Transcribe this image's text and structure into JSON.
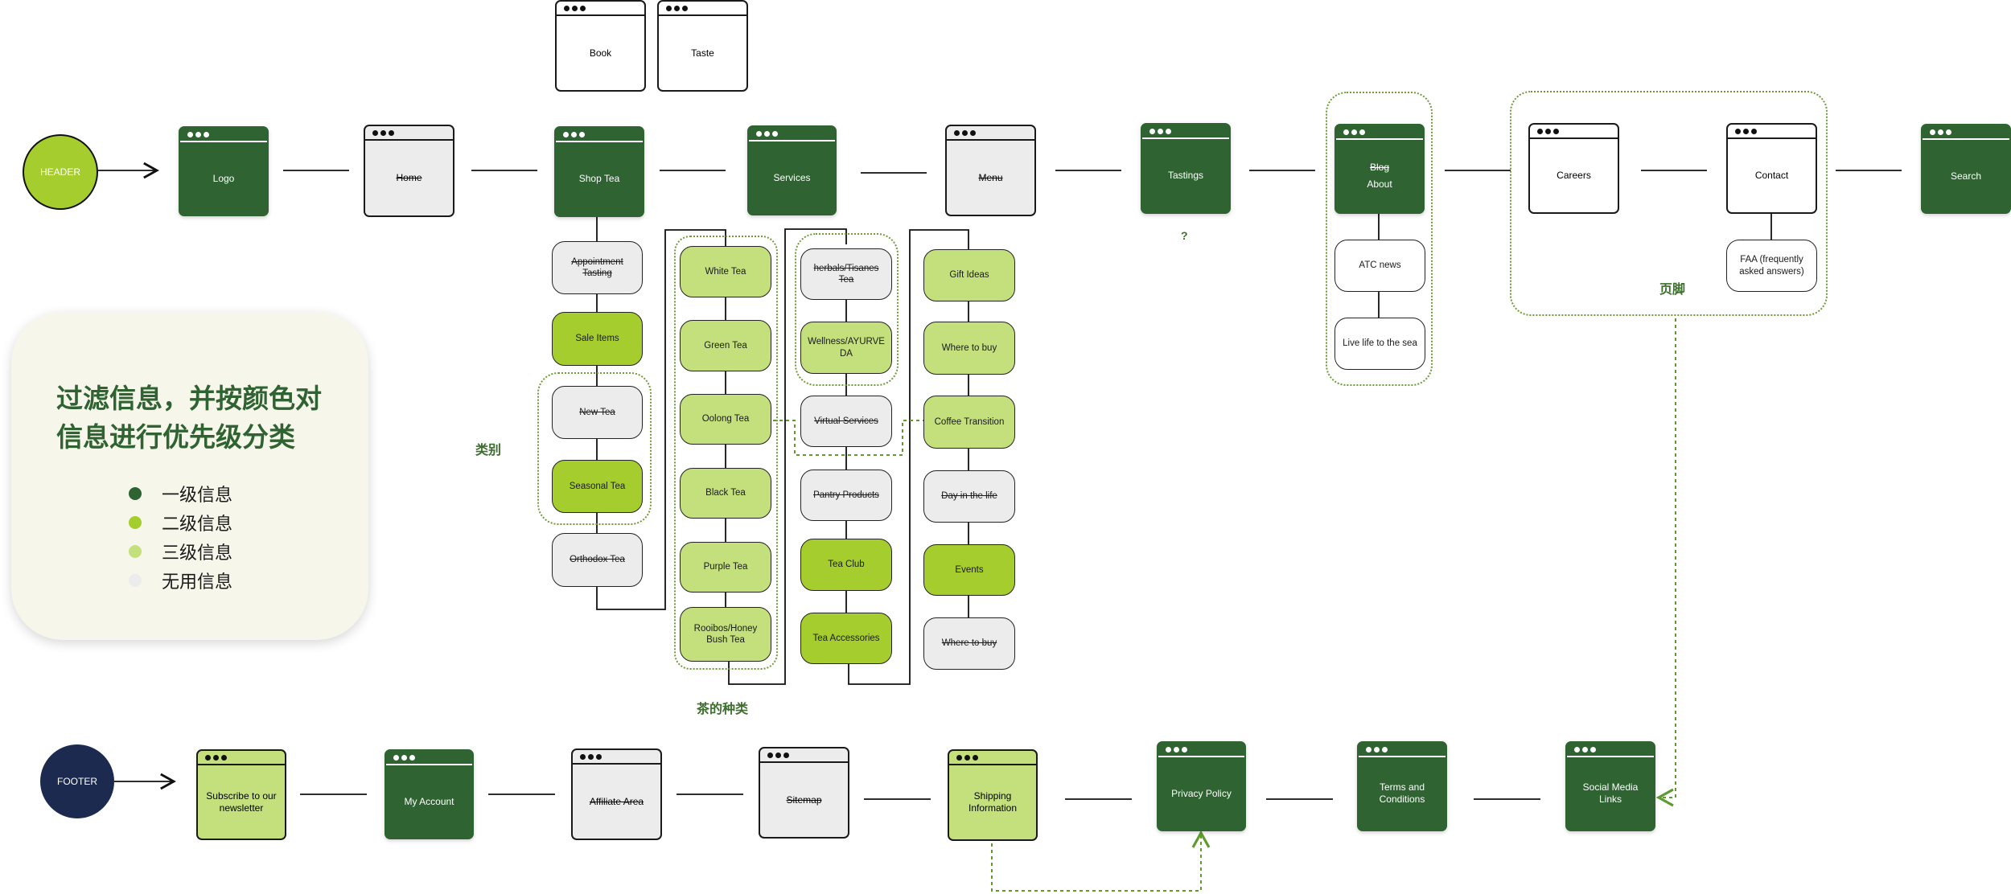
{
  "colors": {
    "level1": "#2f6332",
    "level2": "#a5cd2e",
    "level3": "#c4e07d",
    "useless": "#ececec",
    "header": "#a5cd2e",
    "footer": "#1c2a4f"
  },
  "header": {
    "label": "HEADER"
  },
  "footer": {
    "label": "FOOTER"
  },
  "top_pages": {
    "book": "Book",
    "taste": "Taste"
  },
  "nav": {
    "logo": "Logo",
    "home": "Home",
    "shop_tea": "Shop Tea",
    "services": "Services",
    "menu": "Menu",
    "tastings": "Tastings",
    "tastings_note": "?",
    "blog": "Blog",
    "about": "About",
    "careers": "Careers",
    "contact": "Contact",
    "search": "Search"
  },
  "shop_tea_items": {
    "appointment_tasting": "Appointment Tasting",
    "sale_items": "Sale Items",
    "new_tea": "New Tea",
    "seasonal_tea": "Seasonal Tea",
    "orthodox_tea": "Orthodox Tea"
  },
  "tea_types": {
    "white": "White Tea",
    "green": "Green Tea",
    "oolong": "Oolong Tea",
    "black": "Black Tea",
    "purple": "Purple Tea",
    "rooibos": "Rooibos/Honey Bush Tea"
  },
  "services_items": {
    "herbals": "herbals/Tisanes Tea",
    "wellness": "Wellness/AYURVEDA",
    "virtual": "Virtual Services",
    "pantry": "Pantry Products",
    "tea_club": "Tea Club",
    "tea_accessories": "Tea Accessories"
  },
  "menu_items": {
    "gift_ideas": "Gift Ideas",
    "where_to_buy": "Where to buy",
    "coffee_transition": "Coffee Transition",
    "day_in_life": "Day in the life",
    "events": "Events",
    "where_to_buy_2": "Where to buy"
  },
  "about_items": {
    "atc_news": "ATC news",
    "live_life": "Live life to the sea"
  },
  "contact_items": {
    "faa": "FAA (frequently asked answers)"
  },
  "group_labels": {
    "category": "类别",
    "tea_kinds": "茶的种类",
    "footer_group": "页脚"
  },
  "footer_pages": {
    "subscribe": "Subscribe to our newsletter",
    "my_account": "My Account",
    "affiliate": "Affiliate Area",
    "sitemap": "Sitemap",
    "shipping": "Shipping Information",
    "privacy": "Privacy Policy",
    "terms": "Terms and Conditions",
    "social": "Social Media Links"
  },
  "legend": {
    "title": "过滤信息，并按颜色对信息进行优先级分类",
    "items": [
      "一级信息",
      "二级信息",
      "三级信息",
      "无用信息"
    ]
  }
}
